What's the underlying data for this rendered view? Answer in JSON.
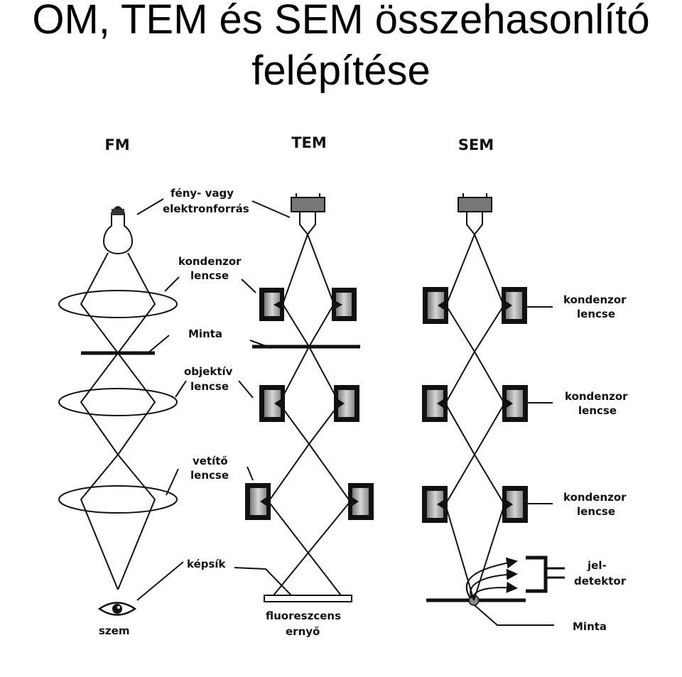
{
  "title": {
    "line1": "OM, TEM és SEM összehasonlító",
    "line2": "felépítése"
  },
  "columns": {
    "fm": "FM",
    "tem": "TEM",
    "sem": "SEM"
  },
  "labels": {
    "source_1": "fény- vagy",
    "source_2": "elektronforrás",
    "condenser_1": "kondenzor",
    "condenser_2": "lencse",
    "sample": "Minta",
    "objective_1": "objektív",
    "objective_2": "lencse",
    "projector_1": "vetítő",
    "projector_2": "lencse",
    "image_plane": "képsík",
    "eye": "szem",
    "screen_1": "fluoreszcens",
    "screen_2": "ernyő"
  },
  "sem_labels": {
    "cond1_1": "kondenzor",
    "cond1_2": "lencse",
    "cond2_1": "kondenzor",
    "cond2_2": "lencse",
    "cond3_1": "kondenzor",
    "cond3_2": "lencse",
    "detector_1": "jel-",
    "detector_2": "detektor",
    "sample": "Minta"
  }
}
